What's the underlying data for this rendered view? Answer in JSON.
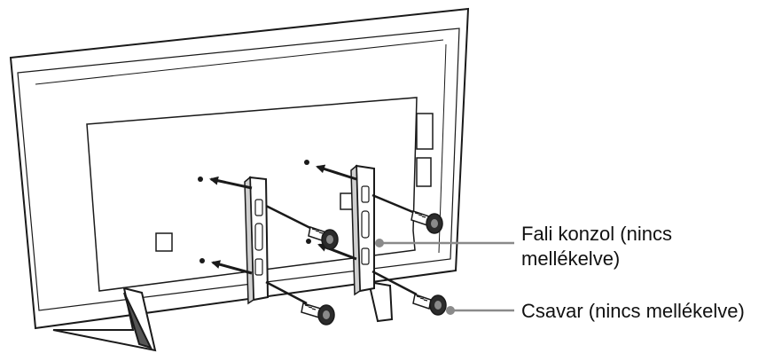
{
  "labels": {
    "bracket_line1": "Fali konzol (nincs",
    "bracket_line2": "mellékelve)",
    "screw": "Csavar (nincs mellékelve)"
  },
  "colors": {
    "line": "#1a1a1a",
    "fill": "#ffffff",
    "dark_fill": "#2b2b2b",
    "mid_gray": "#8a8a8a",
    "light_gray": "#cfcfcf"
  }
}
